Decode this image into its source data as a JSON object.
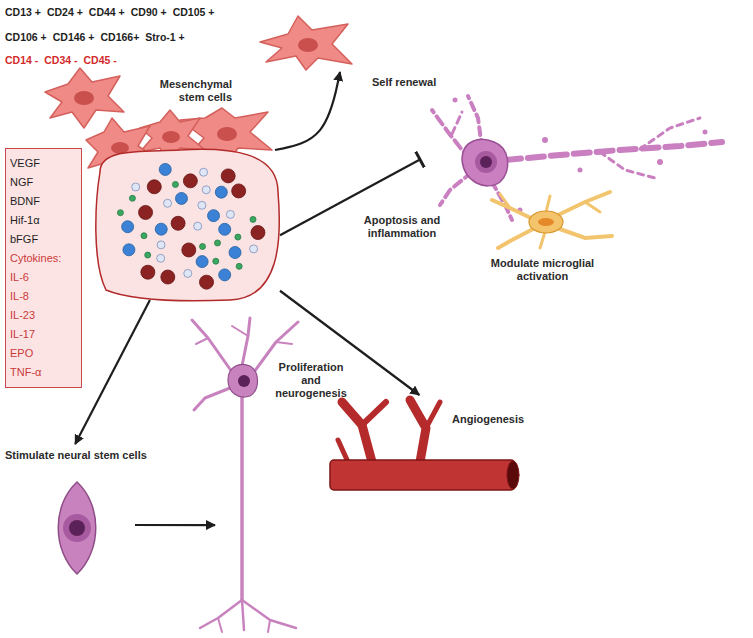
{
  "diagram": {
    "nodes": [
      {
        "text": [
          "Mesenchymal stem cells"
        ]
      },
      {
        "text": [
          "Self renewal"
        ]
      },
      {
        "text": [
          "VEGF",
          "NGF",
          "BDNF",
          "Hif-1α",
          "bFGF",
          "Cytokines:",
          "IL-6",
          "IL-8",
          "IL-23",
          "IL-17",
          "EPO",
          "TNF-α"
        ]
      },
      {
        "text": [
          "Apoptosis and inflammation"
        ]
      },
      {
        "text": [
          "Modulate microglial activation"
        ]
      },
      {
        "text": [
          "Angiogenesis"
        ]
      },
      {
        "text": [
          "Stimulate neural stem cells"
        ]
      },
      {
        "text": [
          "Proliferation and neurogenesis"
        ]
      }
    ],
    "edges": [
      {
        "from": 0,
        "to": 1,
        "arrow": "to"
      },
      {
        "from": 2,
        "to": 3,
        "arrow": "to"
      },
      {
        "from": 2,
        "to": 5,
        "arrow": "to"
      },
      {
        "from": 2,
        "to": 6,
        "arrow": "to"
      },
      {
        "from": 6,
        "to": 7,
        "arrow": "to"
      }
    ],
    "labels": [
      "CD13 +",
      "CD24 +",
      "CD44 +",
      "CD90 +",
      "CD105 +",
      "CD106 +",
      "CD146 +",
      "CD166+",
      "Stro-1 +",
      "CD14 -",
      "CD34 -",
      "CD45 -"
    ]
  }
}
